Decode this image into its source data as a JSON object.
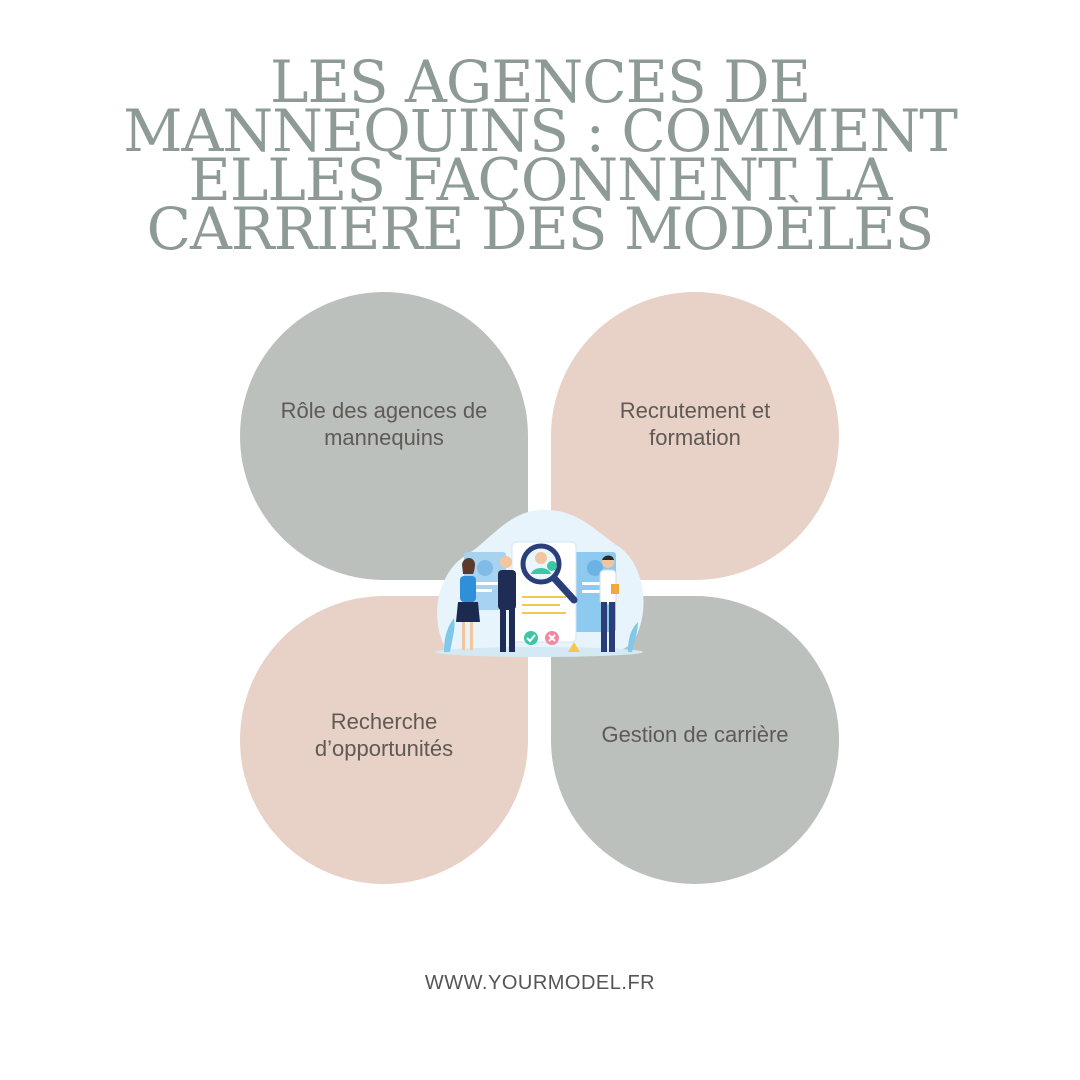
{
  "title": {
    "line1": "Les agences de",
    "line2": "mannequins : comment",
    "line3": "elles façonnent la",
    "line4": "carrière des modèles"
  },
  "petals": [
    {
      "label": "Rôle des agences de mannequins"
    },
    {
      "label": "Recrutement et formation"
    },
    {
      "label": "Recherche d’opportunités"
    },
    {
      "label": "Gestion de carrière"
    }
  ],
  "colors": {
    "title": "#8e9a96",
    "petal_gray": "#bbc0bd",
    "petal_pink": "#e8d1c6",
    "text": "#5f5a55"
  },
  "illustration": {
    "icon": "recruitment-magnifier-illustration"
  },
  "footer": {
    "url": "WWW.YOURMODEL.FR"
  }
}
